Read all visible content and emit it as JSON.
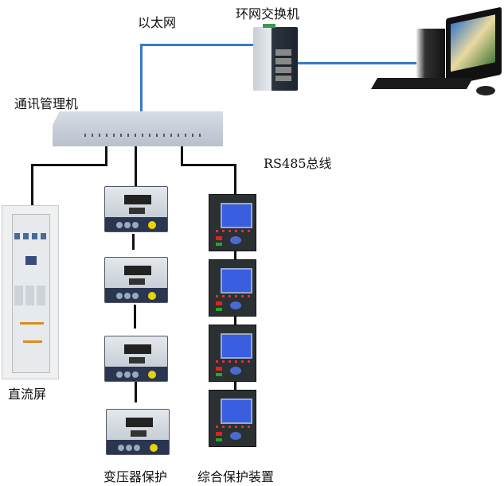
{
  "labels": {
    "ethernet": "以太网",
    "ring_switch": "环网交换机",
    "comm_manager": "通讯管理机",
    "rs485": "RS485总线",
    "dc_panel": "直流屏",
    "transformer_protection": "变压器保护",
    "integrated_protection": "综合保护装置"
  },
  "colors": {
    "ethernet_line": "#3a78c8",
    "rs485_line": "#111111"
  }
}
